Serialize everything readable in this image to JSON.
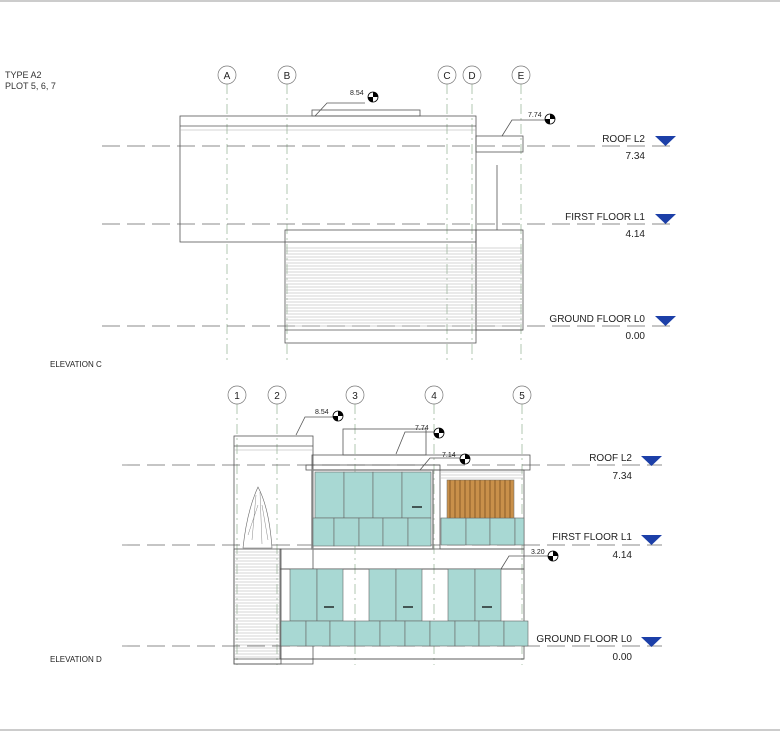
{
  "sheet": {
    "title": "TYPE A2",
    "subtitle": "PLOT 5, 6, 7"
  },
  "elevation_c": {
    "label": "ELEVATION C",
    "grids": [
      "A",
      "B",
      "C",
      "D",
      "E"
    ],
    "levels": [
      {
        "name": "ROOF L2",
        "value": "7.34"
      },
      {
        "name": "FIRST FLOOR L1",
        "value": "4.14"
      },
      {
        "name": "GROUND FLOOR L0",
        "value": "0.00"
      }
    ],
    "spot_elevations": [
      "8.54",
      "7.74"
    ]
  },
  "elevation_d": {
    "label": "ELEVATION D",
    "grids": [
      "1",
      "2",
      "3",
      "4",
      "5"
    ],
    "levels": [
      {
        "name": "ROOF L2",
        "value": "7.34"
      },
      {
        "name": "FIRST FLOOR L1",
        "value": "4.14"
      },
      {
        "name": "GROUND FLOOR L0",
        "value": "0.00"
      }
    ],
    "spot_elevations": [
      "8.54",
      "7.74",
      "7.14",
      "3.20"
    ]
  },
  "colors": {
    "level_marker": "#1c3fa8",
    "glazing": "#a8d8d3",
    "timber": "#c9904a"
  }
}
